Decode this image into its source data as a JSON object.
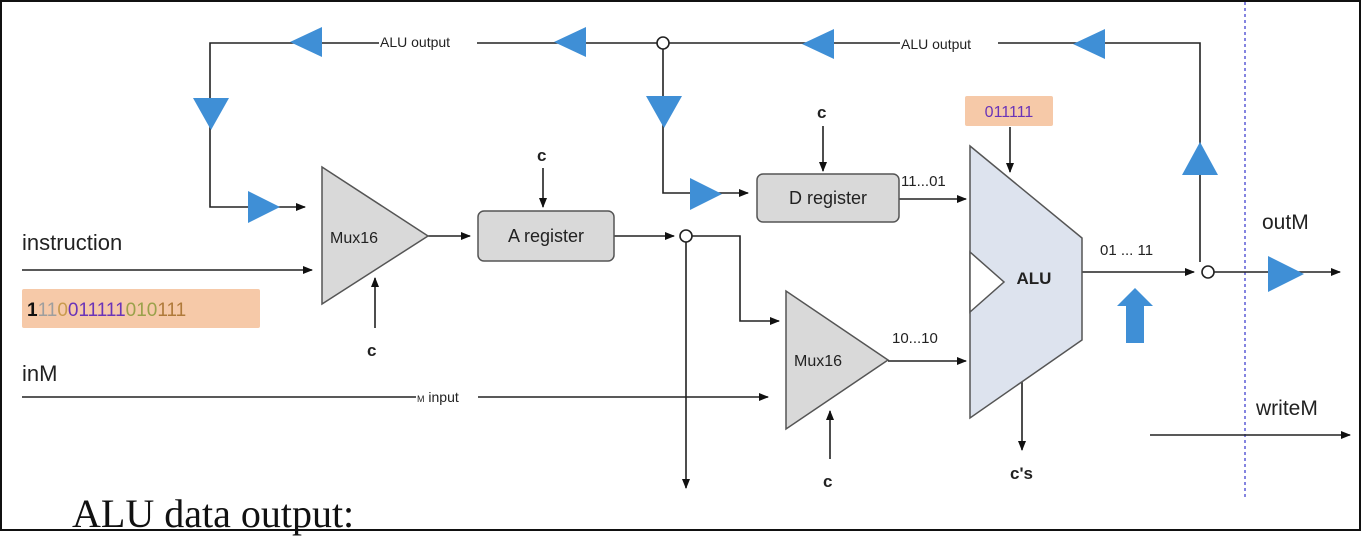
{
  "labels": {
    "alu_output_left": "ALU output",
    "alu_output_right": "ALU output",
    "instruction": "instruction",
    "inM": "inM",
    "m_input_small": "M",
    "m_input_rest": " input",
    "outM": "outM",
    "writeM": "writeM",
    "mux_left": "Mux16",
    "mux_right": "Mux16",
    "a_register": "A register",
    "d_register": "D register",
    "alu": "ALU",
    "c_a_reg": "c",
    "c_mux_left": "c",
    "c_d_reg": "c",
    "c_mux_right": "c",
    "c_alu_out": "c's",
    "d_value": "11...01",
    "mux_value": "10...10",
    "alu_out_value": "01 ... 11",
    "alu_control_bits": "011111"
  },
  "instruction_bits": [
    {
      "text": "1",
      "color": "#111111",
      "bold": true
    },
    {
      "text": "11",
      "color": "#9e9e9e"
    },
    {
      "text": "0",
      "color": "#c99b4f"
    },
    {
      "text": "011111",
      "color": "#6a34b8"
    },
    {
      "text": "010",
      "color": "#9aa14a"
    },
    {
      "text": "111",
      "color": "#b07a3a"
    }
  ],
  "footer": {
    "title": "ALU data output:"
  },
  "colors": {
    "accent": "#3f8fd6",
    "highlight": "#f6c9a8",
    "block_fill": "#d9d9d9",
    "alu_fill": "#dde3ee",
    "divider": "#5b5bd6"
  }
}
